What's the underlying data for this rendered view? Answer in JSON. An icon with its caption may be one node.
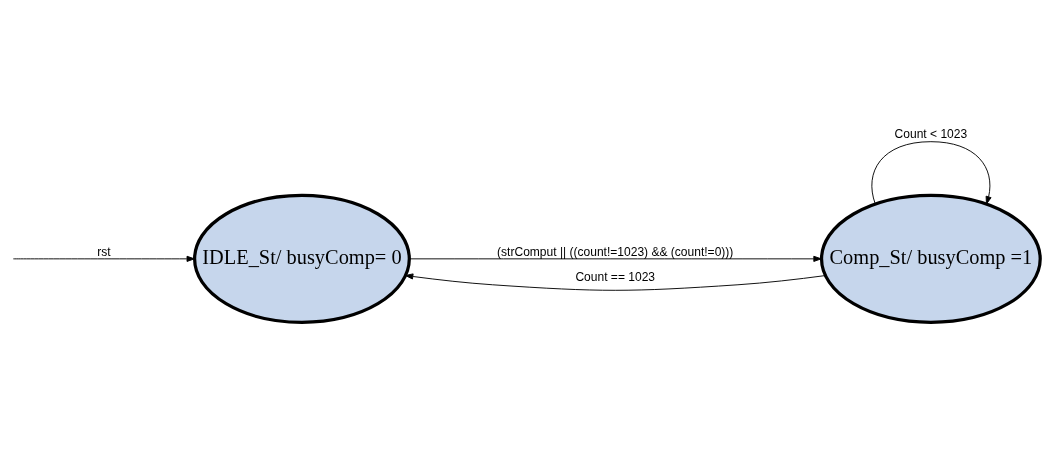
{
  "diagram": {
    "nodes": [
      {
        "text": [
          "IDLE_St/ busyComp= 0"
        ]
      },
      {
        "text": [
          "Comp_St/ busyComp =1"
        ]
      }
    ],
    "edges": [
      {
        "from": null,
        "to": 0,
        "arrow": "to",
        "label": "rst"
      },
      {
        "from": 0,
        "to": 1,
        "arrow": "to",
        "label": "(strComput || ((count!=1023) && (count!=0)))"
      },
      {
        "from": 1,
        "to": 1,
        "arrow": "to",
        "label": "Count < 1023"
      },
      {
        "from": 1,
        "to": 0,
        "arrow": "to",
        "label": "Count == 1023"
      }
    ]
  }
}
